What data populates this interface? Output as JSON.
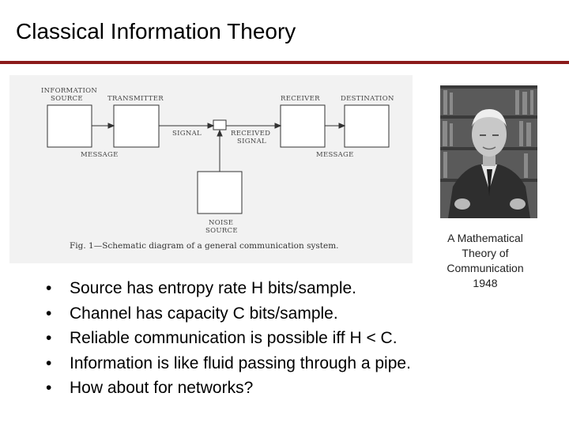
{
  "slide": {
    "title": "Classical Information Theory",
    "accent_color": "#8b1a1a"
  },
  "diagram": {
    "labels": {
      "information_source": [
        "INFORMATION",
        "SOURCE"
      ],
      "transmitter": "TRANSMITTER",
      "receiver": "RECEIVER",
      "destination": "DESTINATION",
      "signal": "SIGNAL",
      "received_signal": [
        "RECEIVED",
        "SIGNAL"
      ],
      "message_left": "MESSAGE",
      "message_right": "MESSAGE",
      "noise_source": [
        "NOISE",
        "SOURCE"
      ]
    },
    "caption": "Fig. 1—Schematic diagram of a general communication system."
  },
  "photo": {
    "caption_lines": [
      "A Mathematical",
      "Theory of",
      "Communication",
      "1948"
    ]
  },
  "bullets": [
    "Source has entropy rate H bits/sample.",
    "Channel has capacity C bits/sample.",
    "Reliable communication is possible iff H < C.",
    "Information is like fluid passing through a pipe.",
    "How about for networks?"
  ],
  "bullet_glyph": "•"
}
